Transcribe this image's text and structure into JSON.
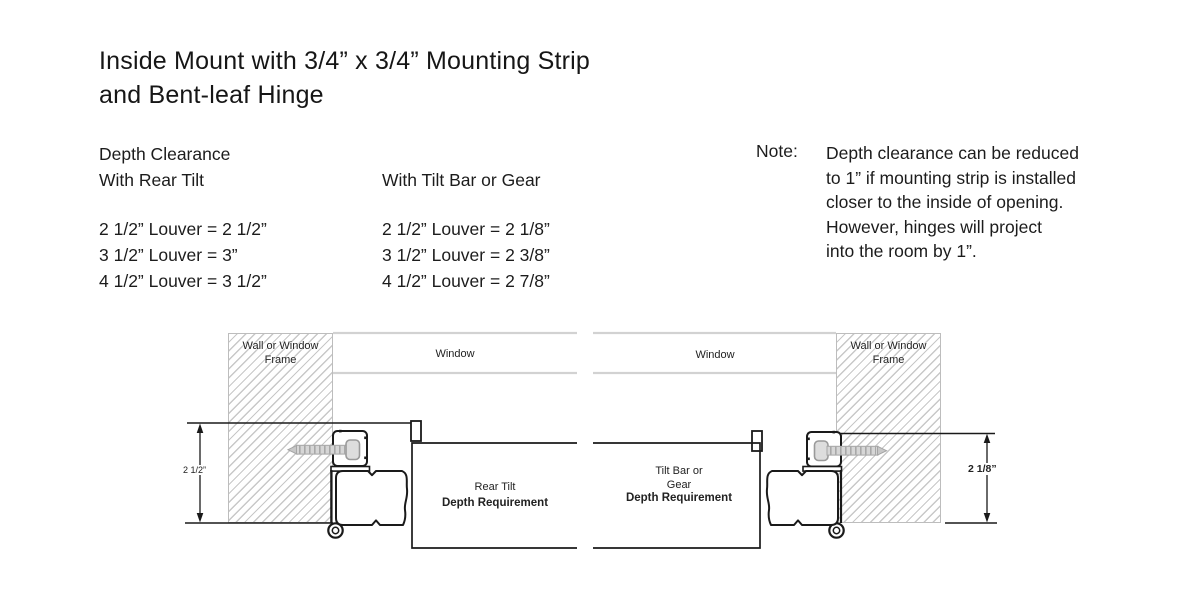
{
  "title": {
    "line1": "Inside Mount with 3/4” x 3/4” Mounting Strip",
    "line2": "and Bent-leaf Hinge"
  },
  "clearance_table": {
    "rear_tilt": {
      "header_line1": "Depth Clearance",
      "header_line2": "With Rear Tilt",
      "rows": [
        "2 1/2” Louver = 2 1/2”",
        "3 1/2” Louver = 3”",
        "4 1/2” Louver = 3 1/2”"
      ]
    },
    "tilt_bar": {
      "header": "With Tilt Bar or Gear",
      "rows": [
        "2 1/2” Louver = 2 1/8”",
        "3 1/2” Louver = 2 3/8”",
        "4 1/2” Louver = 2 7/8”"
      ]
    }
  },
  "note": {
    "label": "Note:",
    "lines": [
      "Depth clearance can be reduced",
      "to 1” if mounting strip is installed",
      "closer to the inside of opening.",
      "However, hinges will project",
      "into the room by 1”."
    ]
  },
  "diagram_left": {
    "wall_label": "Wall or Window Frame",
    "window_label": "Window",
    "box_line1": "Rear Tilt",
    "box_line2": "Depth Requirement",
    "dimension": "2 1/2”"
  },
  "diagram_right": {
    "wall_label": "Wall or Window Frame",
    "window_label": "Window",
    "box_line1": "Tilt Bar or",
    "box_line2": "Gear",
    "box_line3": "Depth Requirement",
    "dimension": "2 1/8”"
  },
  "colors": {
    "line": "#1a1a1a",
    "window_band_line": "#d2d2d2",
    "hatch_line": "#c8c8c8",
    "screw_gray": "#b5b5b5"
  }
}
